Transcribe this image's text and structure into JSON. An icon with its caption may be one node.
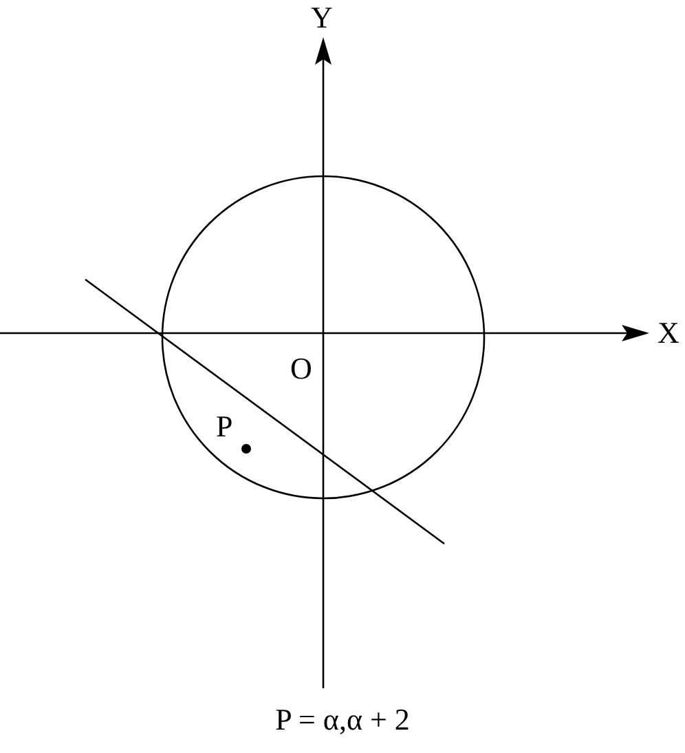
{
  "diagram": {
    "caption": "P = α,α + 2",
    "labels": [
      "Y",
      "X",
      "O",
      "P"
    ]
  }
}
